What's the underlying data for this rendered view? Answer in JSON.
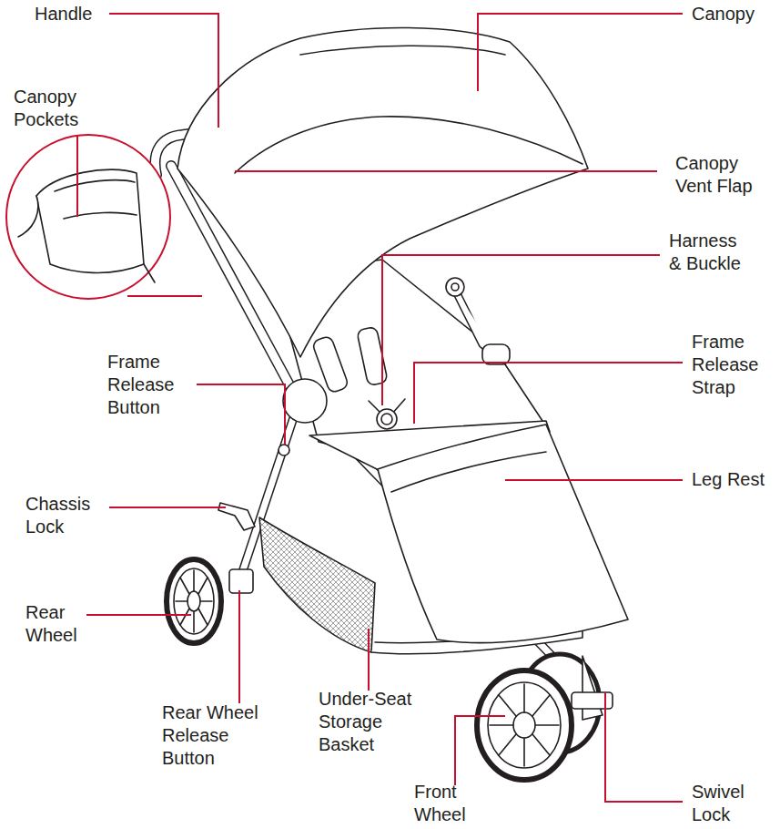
{
  "diagram": {
    "labels": [
      "Handle",
      "Canopy",
      "Canopy Pockets",
      "Canopy Vent Flap",
      "Harness & Buckle",
      "Frame Release Button",
      "Frame Release Strap",
      "Leg Rest",
      "Chassis Lock",
      "Rear Wheel",
      "Rear Wheel Release Button",
      "Under-Seat Storage Basket",
      "Front Wheel",
      "Swivel Lock"
    ]
  }
}
